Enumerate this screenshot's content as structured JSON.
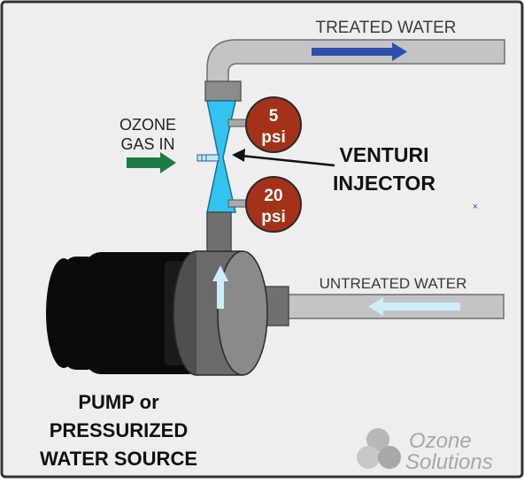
{
  "labels": {
    "treated_water": "TREATED WATER",
    "ozone_gas_line1": "OZONE",
    "ozone_gas_line2": "GAS IN",
    "venturi_line1": "VENTURI",
    "venturi_line2": "INJECTOR",
    "untreated_water": "UNTREATED WATER",
    "pump_line1": "PUMP or",
    "pump_line2": "PRESSURIZED",
    "pump_line3": "WATER SOURCE"
  },
  "gauges": [
    {
      "value": "5",
      "unit": "psi"
    },
    {
      "value": "20",
      "unit": "psi"
    }
  ],
  "logo": {
    "line1": "Ozone",
    "line2": "Solutions"
  },
  "colors": {
    "background": "#eeeeee",
    "frame": "#333333",
    "pipe": "#c4c4c4",
    "pipe_dark": "#707070",
    "venturi": "#33c3f0",
    "gauge": "#a33219",
    "treated_arrow": "#2c4fb0",
    "untreated_arrow": "#cdeef8",
    "ozone_arrow": "#1d7a45",
    "pump": "#0b0b0b"
  }
}
